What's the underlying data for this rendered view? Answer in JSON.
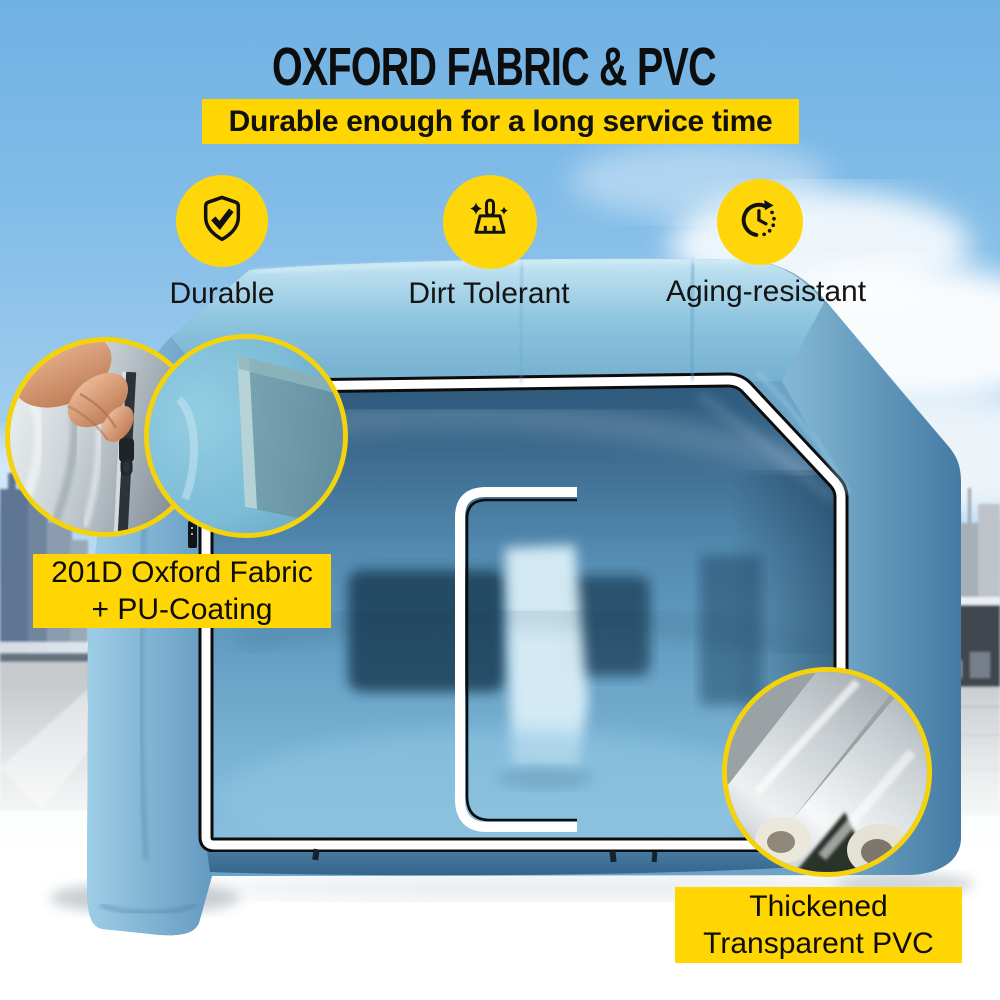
{
  "title": "OXFORD FABRIC & PVC",
  "banner": {
    "text": "Durable enough for a long service time"
  },
  "features": [
    {
      "label": "Durable",
      "icon": "shield-check-icon"
    },
    {
      "label": "Dirt Tolerant",
      "icon": "broom-icon"
    },
    {
      "label": "Aging-resistant",
      "icon": "clock-arrow-icon"
    }
  ],
  "callouts": {
    "fabric": {
      "line1": "201D Oxford Fabric",
      "line2": "+ PU-Coating"
    },
    "pvc": {
      "line1": "Thickened",
      "line2": "Transparent PVC"
    }
  },
  "colors": {
    "accent_yellow": "#FFD502",
    "text_black": "#111111",
    "tent_blue": "#5E96BC",
    "tent_light_blue": "#A9D4EA",
    "sky_blue": "#6FB1E3",
    "trim_white": "#FFFFFF",
    "trim_black": "#0C0C0C"
  }
}
